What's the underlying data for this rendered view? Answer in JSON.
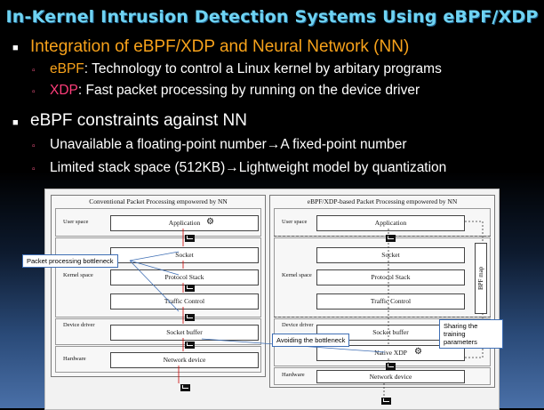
{
  "slide": {
    "title": "In-Kernel Intrusion Detection Systems Using eBPF/XDP",
    "bullets": [
      {
        "text": "Integration of eBPF/XDP and Neural Network (NN)",
        "subs": [
          {
            "term": "eBPF",
            "rest": ": Technology to control a Linux kernel by arbitary programs"
          },
          {
            "term": "XDP",
            "rest": ": Fast packet processing by running on the device driver"
          }
        ]
      },
      {
        "text": "eBPF constraints against NN",
        "subs": [
          {
            "term": "",
            "rest": "Unavailable a floating-point number→A fixed-point number"
          },
          {
            "term": "",
            "rest": "Limited stack space (512KB)→Lightweight model by quantization"
          }
        ]
      }
    ]
  },
  "figure": {
    "left": {
      "title": "Conventional Packet Processing empowered by NN",
      "layers": {
        "user": "User space",
        "kernel": "Kernel space",
        "driver": "Device driver",
        "hw": "Hardware"
      },
      "boxes": {
        "app": "Application",
        "socket": "Socket",
        "proto": "Protocol Stack",
        "tc": "Traffic Control",
        "sockbuf": "Socket buffer",
        "netdev": "Network device"
      },
      "callout": "Packet processing bottleneck"
    },
    "right": {
      "title": "eBPF/XDP-based Packet Processing empowered by NN",
      "layers": {
        "user": "User space",
        "kernel": "Kernel space",
        "driver": "Device driver",
        "hw": "Hardware"
      },
      "boxes": {
        "app": "Application",
        "socket": "Socket",
        "proto": "Protocol Stack",
        "tc": "Traffic Control",
        "sockbuf": "Socket buffer",
        "xdp": "Native XDP",
        "netdev": "Network device",
        "bpfmap": "BPF map"
      },
      "callout_avoid": "Avoiding the bottleneck",
      "callout_share": "Sharing the training parameters"
    }
  }
}
